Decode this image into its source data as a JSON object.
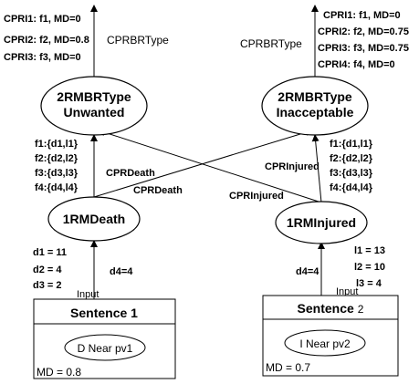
{
  "cpri_left": [
    "CPRI1: f1, MD=0",
    "CPRI2: f2, MD=0.8",
    "CPRI3: f3, MD=0"
  ],
  "cpri_right": [
    "CPRI1: f1, MD=0",
    "CPRI2: f2, MD=0.75",
    "CPRI3: f3, MD=0.75",
    "CPRI4: f4, MD=0"
  ],
  "cprbr_left": "CPRBRType",
  "cprbr_right": "CPRBRType",
  "node_unwanted": [
    "2RMBRType",
    "Unwanted"
  ],
  "node_inacceptable": [
    "2RMBRType",
    "Inacceptable"
  ],
  "feat_left": [
    "f1:{d1,l1}",
    "f2:{d2,l2}",
    "f3:{d3,l3}",
    "f4:{d4,l4}"
  ],
  "feat_right": [
    "f1:{d1,l1}",
    "f2:{d2,l2}",
    "f3:{d3,l3}",
    "f4:{d4,l4}"
  ],
  "cpr_death_upper": "CPRDeath",
  "cpr_death_lower": "CPRDeath",
  "cpr_injured_upper": "CPRInjured",
  "cpr_injured_lower": "CPRInjured",
  "node_death": "1RMDeath",
  "node_injured": "1RMInjured",
  "d_values": [
    "d1 = 11",
    "d2 = 4",
    "d3 = 2"
  ],
  "d4_left": "d4=4",
  "d4_right": "d4=4",
  "l_values": [
    "l1 = 13",
    "l2 = 10",
    "l3 = 4"
  ],
  "input_left": "Input",
  "input_right": "Input",
  "sentence1": {
    "title": "Sentence 1",
    "pv": "D Near pv1",
    "md": "MD = 0.8"
  },
  "sentence2": {
    "title_main": "Sentence",
    "title_num": "2",
    "pv": "I Near pv2",
    "md": "MD = 0.7"
  }
}
